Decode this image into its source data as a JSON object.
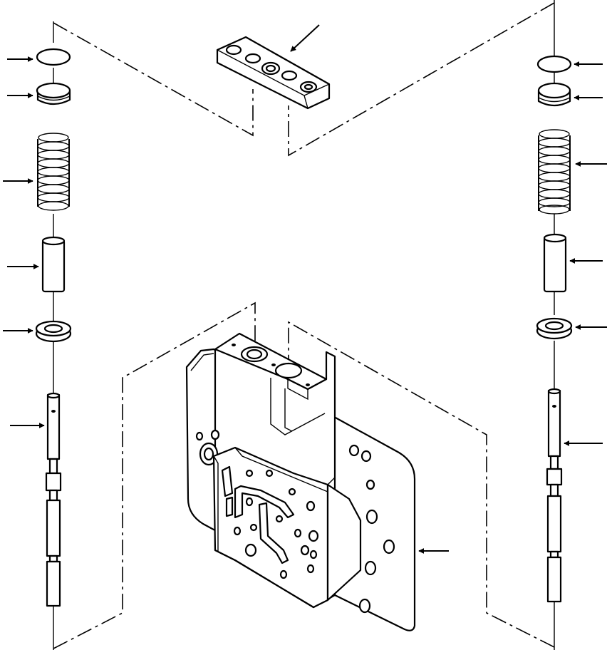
{
  "figure": {
    "type": "exploded parts diagram",
    "text_labels": [],
    "callout_arrows": [
      "snap-ring-left",
      "plug-left",
      "spring-left",
      "sleeve-left",
      "seal-left",
      "spool-left",
      "cover-plate",
      "valve-body",
      "snap-ring-right",
      "plug-right",
      "spring-right",
      "sleeve-right",
      "seal-right",
      "spool-right"
    ],
    "colors": {
      "line": "#000000",
      "background": "#ffffff"
    }
  }
}
